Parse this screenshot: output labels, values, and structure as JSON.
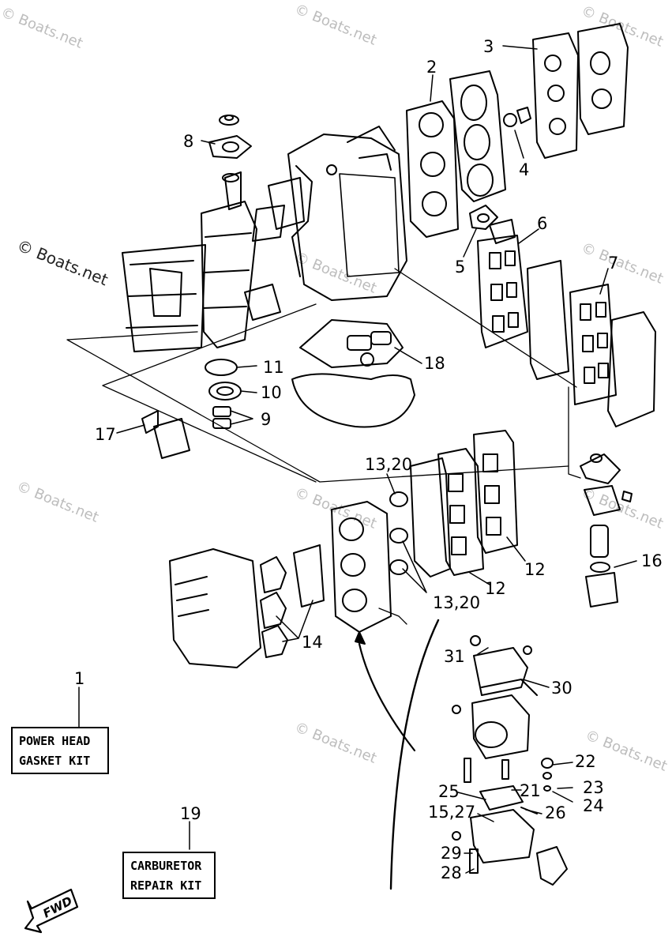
{
  "watermark": "© Boats.net",
  "callouts": {
    "c1": "1",
    "c2": "2",
    "c3": "3",
    "c4": "4",
    "c5": "5",
    "c6": "6",
    "c7": "7",
    "c8": "8",
    "c9": "9",
    "c10": "10",
    "c11": "11",
    "c12a": "12",
    "c12b": "12",
    "c13_20a": "13,20",
    "c13_20b": "13,20",
    "c14": "14",
    "c15_27": "15,27",
    "c16": "16",
    "c17": "17",
    "c18": "18",
    "c19": "19",
    "c21": "21",
    "c22": "22",
    "c23": "23",
    "c24": "24",
    "c25": "25",
    "c26": "26",
    "c28": "28",
    "c29": "29",
    "c30": "30",
    "c31": "31"
  },
  "kits": {
    "power_head_line1": "POWER HEAD",
    "power_head_line2": "GASKET KIT",
    "carburetor_line1": "CARBURETOR",
    "carburetor_line2": "REPAIR KIT"
  },
  "fwd_label": "FWD"
}
